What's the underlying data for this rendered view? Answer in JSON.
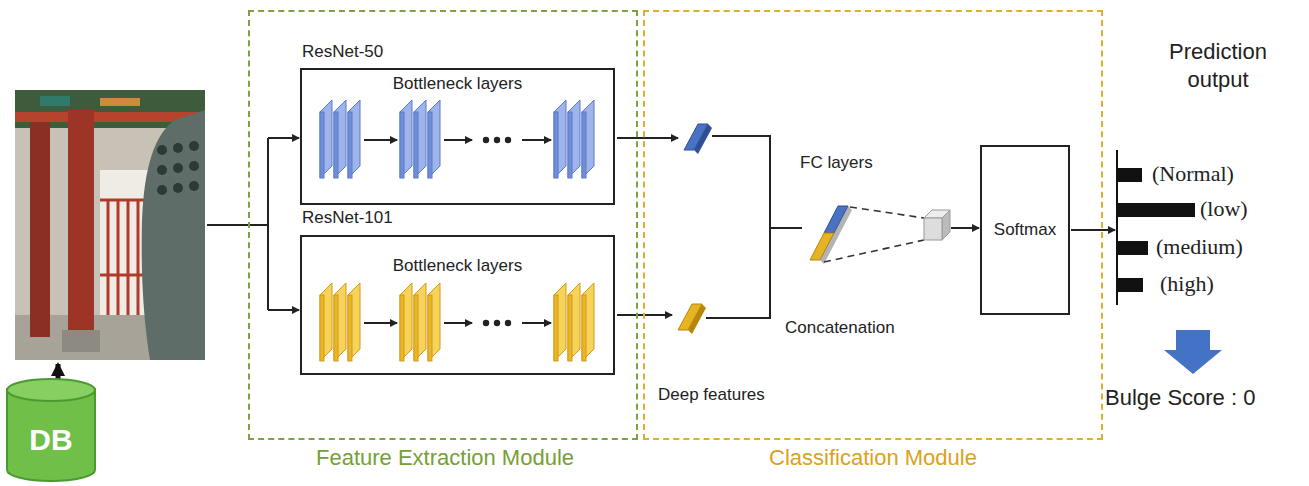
{
  "diagram": {
    "nodes": [
      {
        "text": [
          "DB"
        ]
      },
      {
        "text": [
          "Feature Extraction Module"
        ]
      },
      {
        "text": [
          "ResNet-50",
          "Bottleneck layers"
        ],
        "in": 1
      },
      {
        "text": [
          "ResNet-101",
          "Bottleneck layers"
        ],
        "in": 1
      },
      {
        "text": [
          "Classification Module"
        ]
      },
      {
        "text": [
          "Softmax"
        ],
        "in": 4
      }
    ],
    "labels": [
      "FC layers",
      "Concatenation",
      "Deep features",
      "Prediction output",
      "(Normal)",
      "(low)",
      "(medium)",
      "(high)",
      "Bulge Score : 0"
    ]
  }
}
